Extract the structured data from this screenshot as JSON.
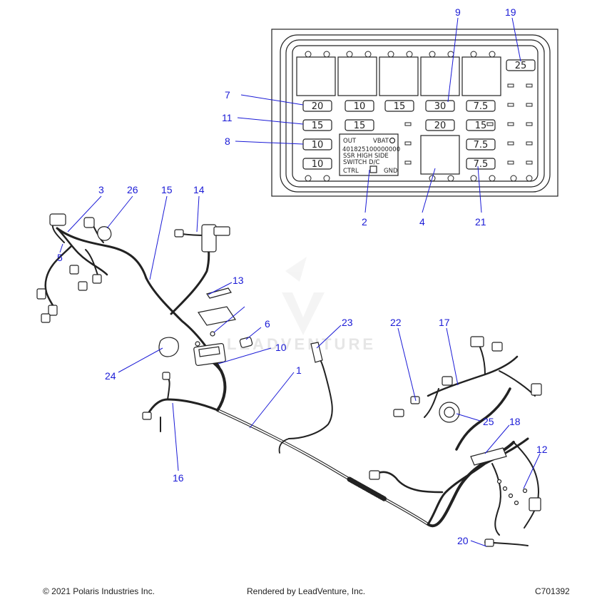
{
  "fuse_box": {
    "fuses": {
      "r1": [
        "20",
        "10",
        "15",
        "30",
        "7.5"
      ],
      "r2": [
        "15",
        "15",
        "20",
        "15"
      ],
      "r3": [
        "10",
        "7.5"
      ],
      "r4": [
        "10",
        "7.5"
      ],
      "top": "25"
    },
    "ssr": {
      "out": "OUT",
      "vbat": "VBAT",
      "part": "401825100000000",
      "line1": "SSR  HIGH  SIDE",
      "line2": "SWITCH      D/C",
      "ctrl": "CTRL",
      "gnd": "GND"
    }
  },
  "callouts": {
    "c1": "1",
    "c2": "2",
    "c3": "3",
    "c4": "4",
    "c5": "5",
    "c6": "6",
    "c7": "7",
    "c8": "8",
    "c9": "9",
    "c10": "10",
    "c11": "11",
    "c12": "12",
    "c13": "13",
    "c14": "14",
    "c15": "15",
    "c16": "16",
    "c17": "17",
    "c18": "18",
    "c19": "19",
    "c20": "20",
    "c21": "21",
    "c22": "22",
    "c23": "23",
    "c24": "24",
    "c25": "25",
    "c26": "26"
  },
  "watermark": "LEADVENTURE",
  "footer": {
    "copyright": "© 2021 Polaris Industries Inc.",
    "rendered": "Rendered by LeadVenture, Inc.",
    "code": "C701392"
  },
  "colors": {
    "callout": "#1a1ad6",
    "line": "#222222"
  }
}
